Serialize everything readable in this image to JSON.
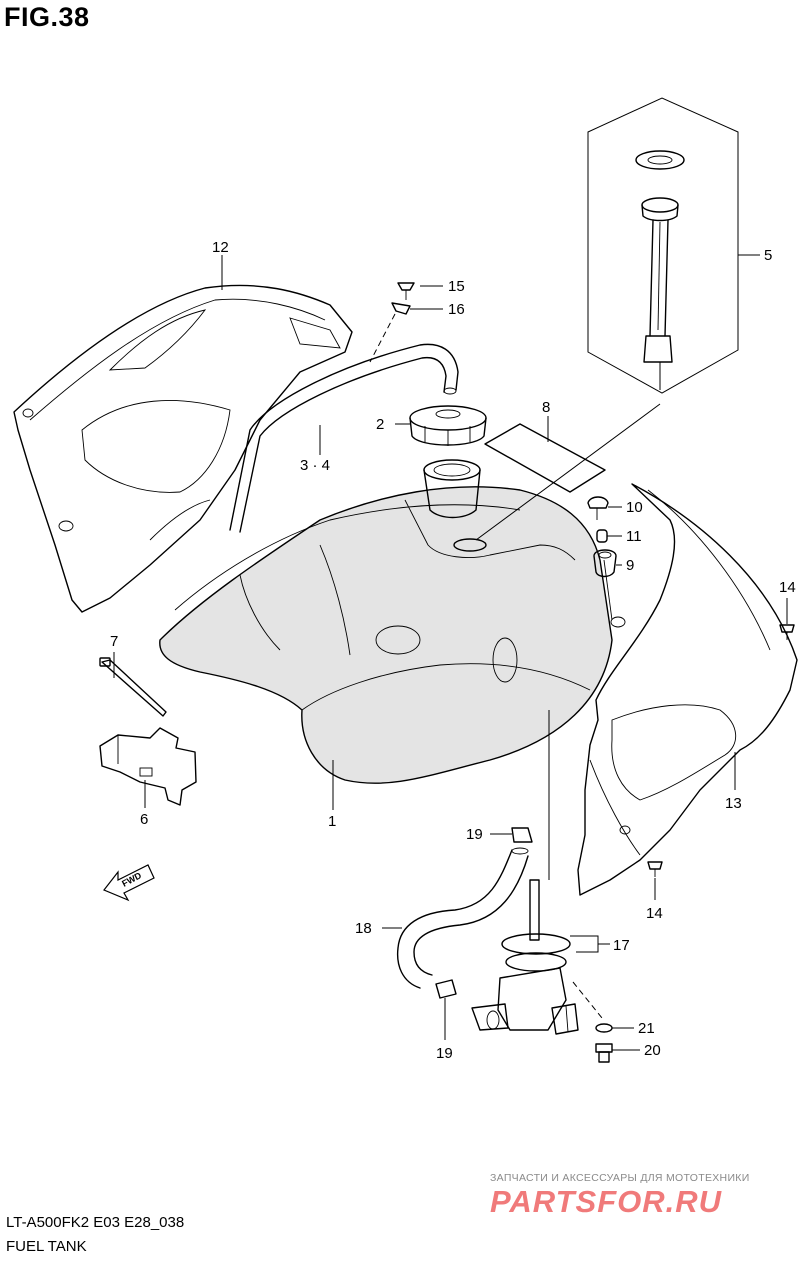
{
  "figure": {
    "title": "FIG.38",
    "model_code": "LT-A500FK2 E03 E28_038",
    "section_name": "FUEL TANK"
  },
  "direction_marker": {
    "icon": "fwd-arrow-icon",
    "label": "FWD"
  },
  "callouts": [
    {
      "id": "c1",
      "label": "1"
    },
    {
      "id": "c2",
      "label": "2"
    },
    {
      "id": "c34",
      "label": "3 · 4"
    },
    {
      "id": "c5",
      "label": "5"
    },
    {
      "id": "c6",
      "label": "6"
    },
    {
      "id": "c7",
      "label": "7"
    },
    {
      "id": "c8",
      "label": "8"
    },
    {
      "id": "c9",
      "label": "9"
    },
    {
      "id": "c10",
      "label": "10"
    },
    {
      "id": "c11",
      "label": "11"
    },
    {
      "id": "c12",
      "label": "12"
    },
    {
      "id": "c13",
      "label": "13"
    },
    {
      "id": "c14a",
      "label": "14"
    },
    {
      "id": "c14b",
      "label": "14"
    },
    {
      "id": "c15",
      "label": "15"
    },
    {
      "id": "c16",
      "label": "16"
    },
    {
      "id": "c17",
      "label": "17"
    },
    {
      "id": "c18",
      "label": "18"
    },
    {
      "id": "c19a",
      "label": "19"
    },
    {
      "id": "c19b",
      "label": "19"
    },
    {
      "id": "c20",
      "label": "20"
    },
    {
      "id": "c21",
      "label": "21"
    }
  ],
  "watermark": {
    "tagline": "ЗАПЧАСТИ И АКСЕССУАРЫ ДЛЯ МОТОТЕХНИКИ",
    "brand": "PARTSFOR.RU"
  }
}
